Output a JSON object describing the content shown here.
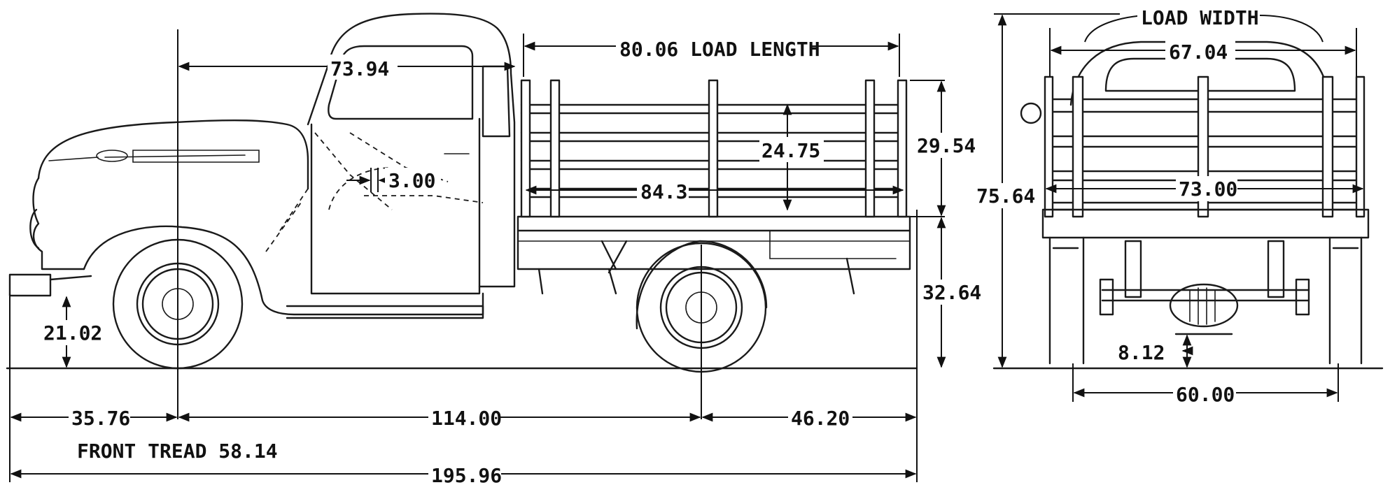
{
  "dimensions": {
    "load_width_label": "LOAD WIDTH",
    "load_width_value": "67.04",
    "cab_length": "73.94",
    "load_length": "80.06 LOAD LENGTH",
    "rack_height": "29.54",
    "stake_height": "24.75",
    "door_gap": "3.00",
    "bed_length": "84.3",
    "overall_height": "75.64",
    "bed_width": "73.00",
    "bed_floor_height": "32.64",
    "bumper_height": "21.02",
    "axle_clearance": "8.12",
    "rear_tread": "60.00",
    "front_overhang": "35.76",
    "wheelbase": "114.00",
    "rear_overhang": "46.20",
    "front_tread": "FRONT TREAD 58.14",
    "overall_length": "195.96"
  },
  "colors": {
    "ink": "#111111",
    "paper": "#ffffff"
  }
}
